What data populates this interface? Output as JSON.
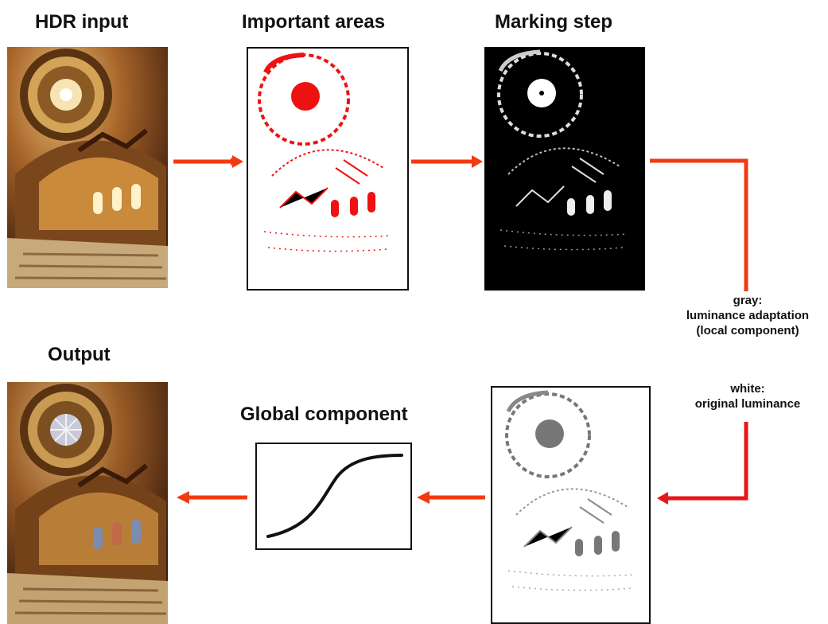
{
  "titles": {
    "hdr_input": "HDR input",
    "important_areas": "Important areas",
    "marking_step": "Marking step",
    "output": "Output",
    "global_component": "Global component"
  },
  "notes": {
    "gray_line1": "gray:",
    "gray_line2": "luminance adaptation",
    "gray_line3": "(local component)",
    "white_line1": "white:",
    "white_line2": "original luminance"
  },
  "colors": {
    "arrow": "#f23a12",
    "highlight_red": "#ee1111",
    "adaptation_gray": "#777777",
    "warm_photo": "#b0722c"
  },
  "icons": {
    "flow_arrow": "arrow-right-icon",
    "tone_curve": "s-curve-icon"
  }
}
